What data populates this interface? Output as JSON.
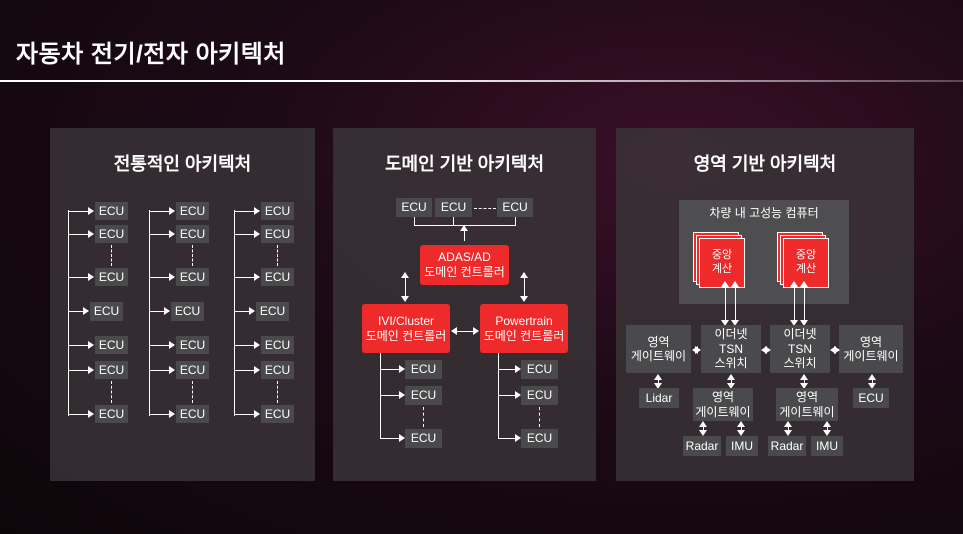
{
  "page": {
    "title": "자동차 전기/전자 아키텍처"
  },
  "panels": {
    "traditional": {
      "title": "전통적인 아키텍처",
      "ecu": "ECU"
    },
    "domain": {
      "title": "도메인 기반 아키텍처",
      "ecu": "ECU",
      "adas": {
        "line1": "ADAS/AD",
        "line2": "도메인 컨트롤러"
      },
      "ivi": {
        "line1": "IVI/Cluster",
        "line2": "도메인 컨트롤러"
      },
      "powertrain": {
        "line1": "Powertrain",
        "line2": "도메인 컨트롤러"
      }
    },
    "zonal": {
      "title": "영역 기반 아키텍처",
      "central": "차량 내 고성능 컴퓨터",
      "central_unit": {
        "line1": "중앙",
        "line2": "계산"
      },
      "switch": {
        "line1": "이더넷",
        "line2": "TSN",
        "line3": "스위치"
      },
      "gateway": {
        "line1": "영역",
        "line2": "게이트웨이"
      },
      "lidar": "Lidar",
      "ecu": "ECU",
      "radar": "Radar",
      "imu": "IMU"
    }
  }
}
